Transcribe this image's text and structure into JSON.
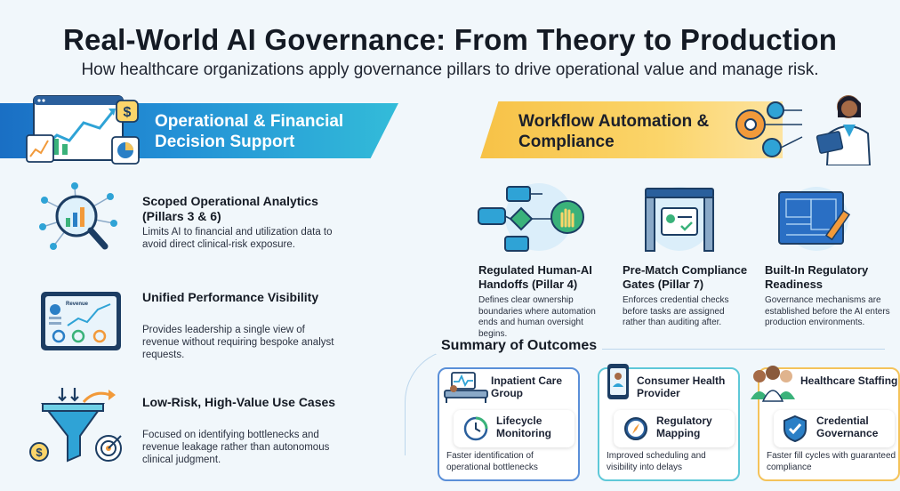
{
  "header": {
    "title": "Real-World AI Governance: From Theory to Production",
    "subtitle": "How healthcare organizations apply governance pillars to drive operational value and manage risk."
  },
  "left_section": {
    "banner_title": "Operational & Financial Decision Support",
    "items": [
      {
        "title": "Scoped Operational Analytics (Pillars 3 & 6)",
        "description": "Limits AI to financial and utilization data to avoid direct clinical-risk exposure."
      },
      {
        "title": "Unified Performance Visibility",
        "description": "Provides leadership a single view of revenue without requiring bespoke analyst requests."
      },
      {
        "title": "Low-Risk, High-Value Use Cases",
        "description": "Focused on identifying bottlenecks and revenue leakage rather than autonomous clinical judgment."
      }
    ]
  },
  "right_section": {
    "banner_title": "Workflow Automation & Compliance",
    "items": [
      {
        "title": "Regulated Human-AI Handoffs (Pillar 4)",
        "description": "Defines clear ownership boundaries where automation ends and human oversight begins."
      },
      {
        "title": "Pre-Match Compliance Gates (Pillar 7)",
        "description": "Enforces credential checks before tasks are assigned rather than auditing after."
      },
      {
        "title": "Built-In Regulatory Readiness",
        "description": "Governance mechanisms are established before the AI enters production environments."
      }
    ]
  },
  "summary": {
    "title": "Summary of Outcomes",
    "cards": [
      {
        "org": "Inpatient Care Group",
        "capability": "Lifecycle Monitoring",
        "result": "Faster identification of operational bottlenecks",
        "border_color": "#5a8fd8"
      },
      {
        "org": "Consumer Health Provider",
        "capability": "Regulatory Mapping",
        "result": "Improved scheduling and visibility into delays",
        "border_color": "#5ec8d8"
      },
      {
        "org": "Healthcare Staffing",
        "capability": "Credential Governance",
        "result": "Faster fill cycles with guaranteed compliance",
        "border_color": "#f4c35a"
      }
    ]
  },
  "dashboard_mini_label": "Revenue",
  "icons": [
    "dashboard-chart-icon",
    "dollar-coin-icon",
    "magnifier-network-icon",
    "performance-dashboard-icon",
    "funnel-target-icon",
    "doctor-tablet-icon",
    "gears-circuit-icon",
    "flowchart-hand-icon",
    "compliance-gate-icon",
    "blueprint-pencil-icon",
    "hospital-bed-icon",
    "phone-profile-icon",
    "care-staff-icon",
    "clock-cycle-icon",
    "compass-icon",
    "shield-check-icon"
  ]
}
